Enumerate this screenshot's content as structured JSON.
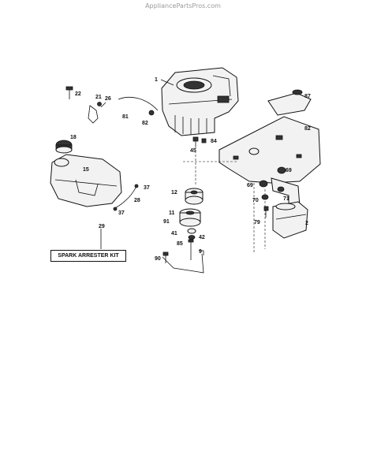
{
  "watermark": "AppliancePartsPros.com",
  "kit_label": "SPARK ARRESTER KIT",
  "callouts": {
    "c1": "1",
    "c2": "2",
    "c9": "9",
    "c11": "11",
    "c12": "12",
    "c15": "15",
    "c18": "18",
    "c21": "21",
    "c22": "22",
    "c26": "26",
    "c28": "28",
    "c29": "29",
    "c37a": "37",
    "c37b": "37",
    "c41": "41",
    "c42": "42",
    "c45": "45",
    "c69a": "69",
    "c69b": "69",
    "c70": "70",
    "c71": "71",
    "c79": "79",
    "c81": "81",
    "c82a": "82",
    "c82b": "82",
    "c84": "84",
    "c85": "85",
    "c87": "87",
    "c90": "90",
    "c91": "91"
  }
}
